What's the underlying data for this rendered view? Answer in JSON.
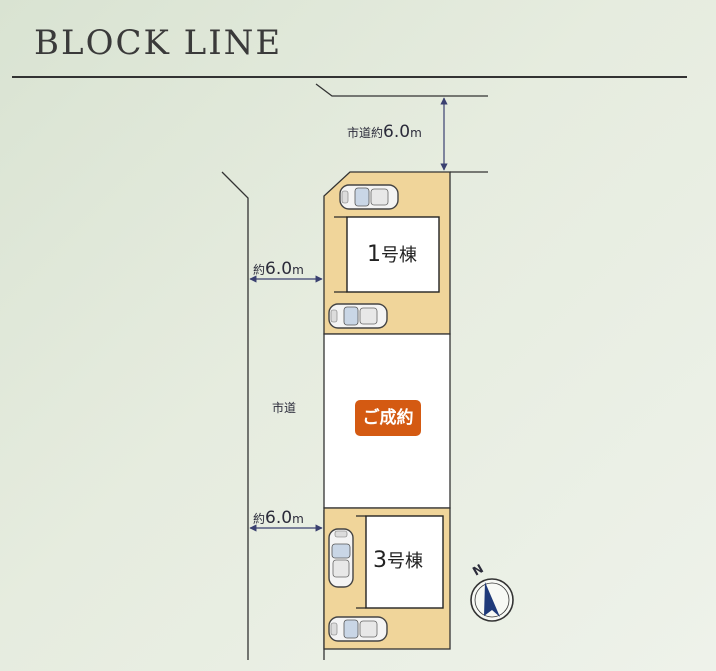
{
  "header": {
    "title": "BLOCK LINE"
  },
  "roads": {
    "top_label": "市道約",
    "top_value": "6.0",
    "left_label": "市道",
    "width_prefix": "約",
    "width_value": "6.0",
    "unit": "m"
  },
  "lots": {
    "lot1": {
      "number": "1",
      "suffix": "号棟"
    },
    "lot2": {
      "status": "ご成約"
    },
    "lot3": {
      "number": "3",
      "suffix": "号棟"
    }
  },
  "compass": {
    "label": "N"
  },
  "colors": {
    "lot_fill": "#f0d59a",
    "building_fill": "#ffffff",
    "sold_badge": "#d45a12",
    "dimension_line": "#3a4070",
    "outline": "#333333"
  }
}
